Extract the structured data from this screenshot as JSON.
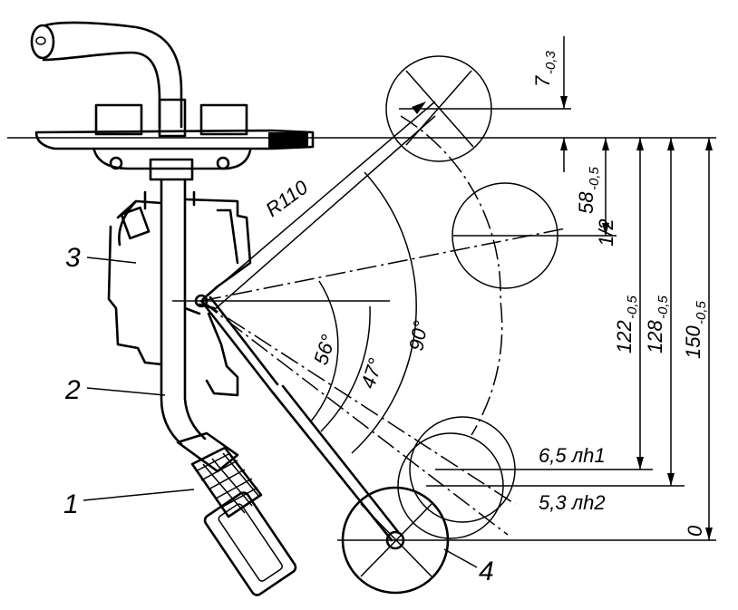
{
  "labels": {
    "part_1": "1",
    "part_2": "2",
    "part_3": "3",
    "part_4": "4"
  },
  "annotations": {
    "radius": "R110",
    "angle_56": "56°",
    "angle_47": "47°",
    "angle_90": "90°",
    "half": "1/2",
    "level_6_5": "6,5 лh1",
    "level_5_3": "5,3 лh2"
  },
  "dimensions": {
    "d7": {
      "value": "7",
      "tol": "-0,3"
    },
    "d58": {
      "value": "58",
      "tol": "-0,5"
    },
    "d122": {
      "value": "122",
      "tol": "-0,5"
    },
    "d128": {
      "value": "128",
      "tol": "-0,5"
    },
    "d150": {
      "value": "150",
      "tol": "-0,5"
    },
    "zero": "0"
  }
}
